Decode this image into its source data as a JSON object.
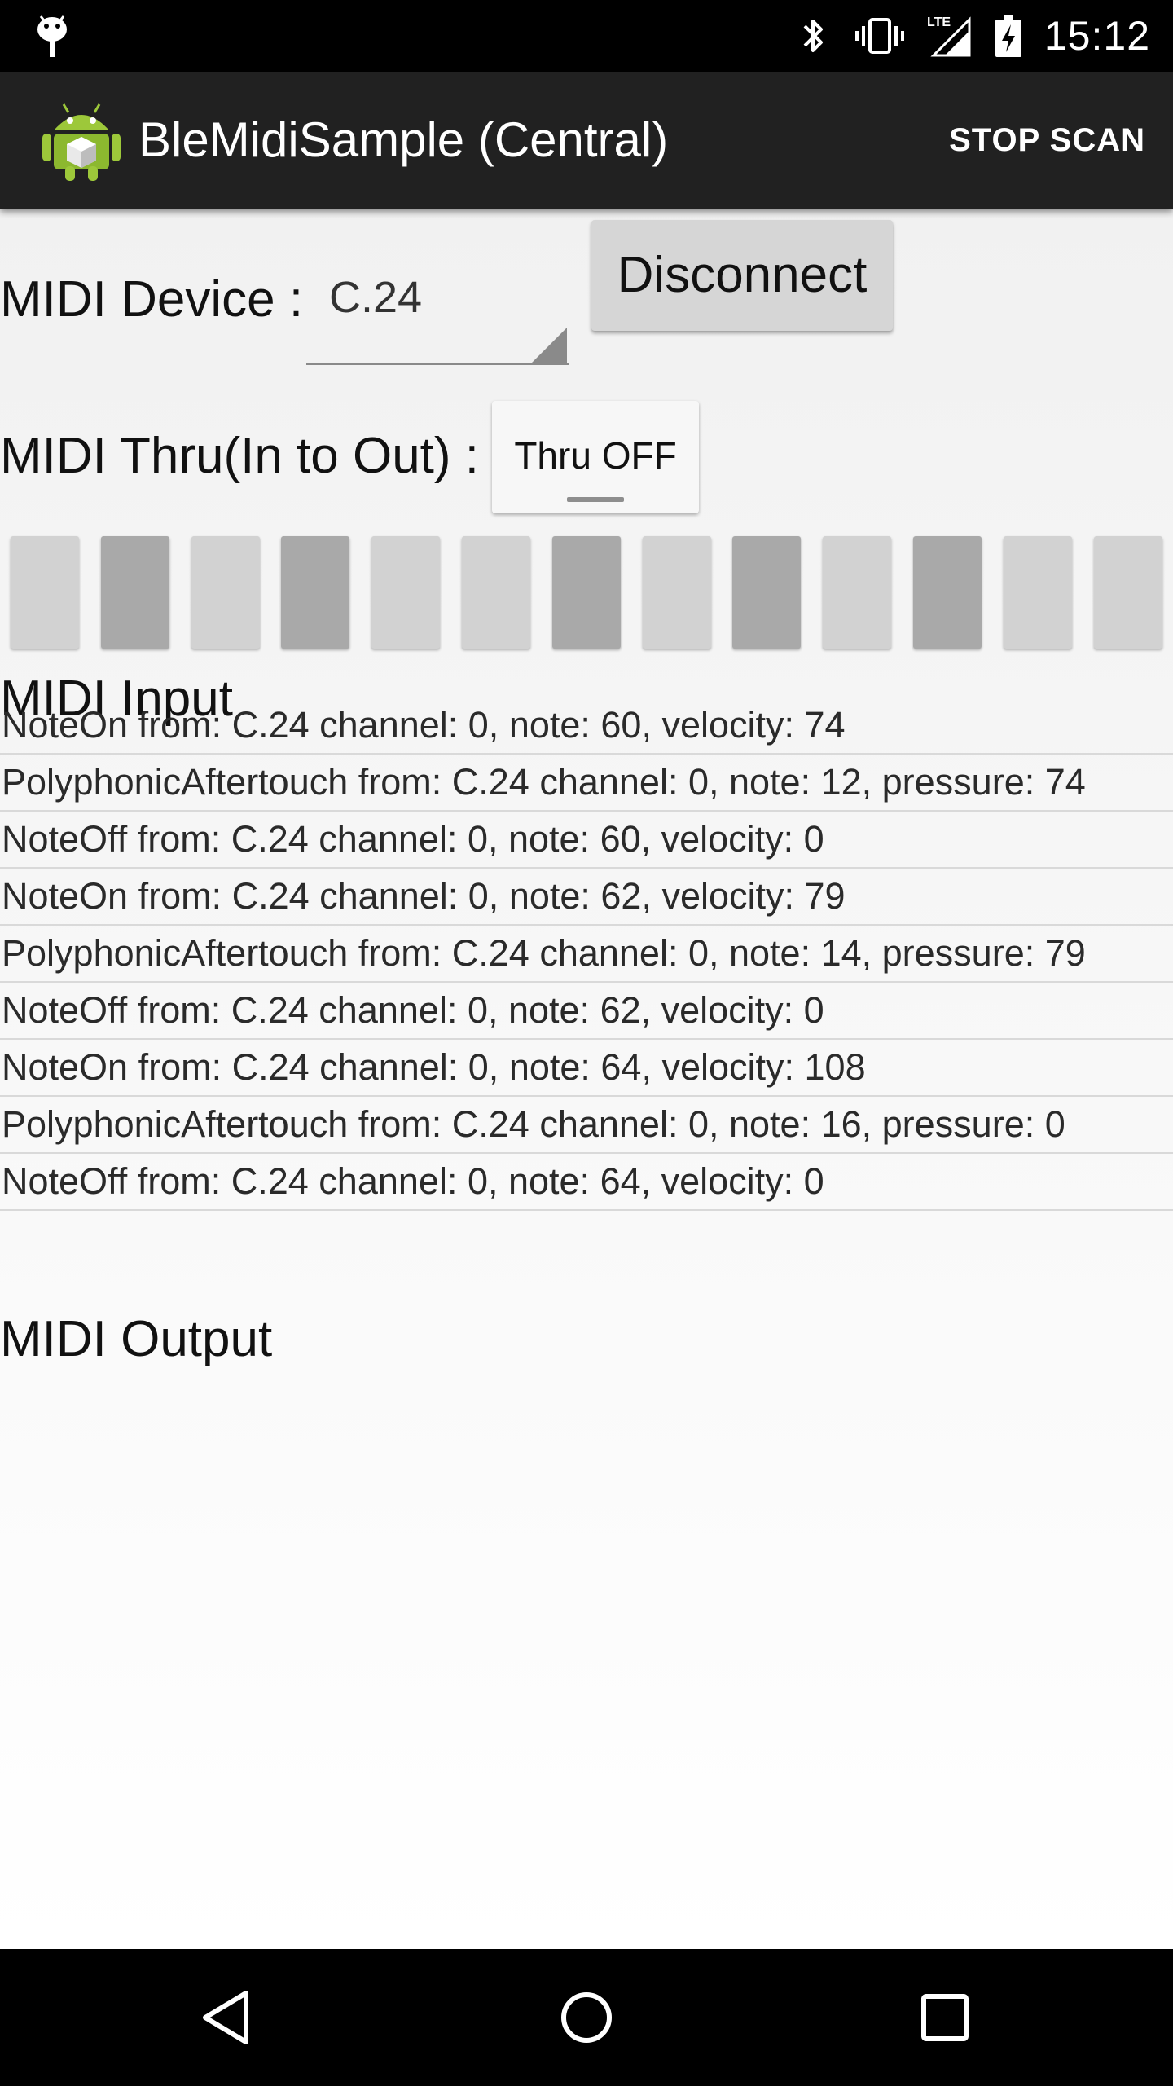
{
  "status_bar": {
    "time": "15:12",
    "icons": [
      "android-notification-icon",
      "bluetooth-icon",
      "vibrate-icon",
      "lte-signal-icon",
      "battery-charging-icon"
    ],
    "lte_label": "LTE"
  },
  "app_bar": {
    "title": "BleMidiSample (Central)",
    "action": "STOP SCAN",
    "icon": "android-app-icon"
  },
  "device": {
    "label": "MIDI Device :",
    "selected": "C.24",
    "disconnect_label": "Disconnect"
  },
  "thru": {
    "label": "MIDI Thru(In to Out) :",
    "toggle_label": "Thru OFF",
    "state": "off"
  },
  "keyboard": {
    "keys": [
      "white",
      "black",
      "white",
      "black",
      "white",
      "white",
      "black",
      "white",
      "black",
      "white",
      "black",
      "white",
      "white"
    ]
  },
  "midi_input": {
    "title": "MIDI Input",
    "entries": [
      "NoteOn from: C.24 channel: 0, note: 60, velocity: 74",
      "PolyphonicAftertouch  from: C.24 channel: 0, note: 12, pressure: 74",
      "NoteOff from: C.24 channel: 0, note: 60, velocity: 0",
      "NoteOn from: C.24 channel: 0, note: 62, velocity: 79",
      "PolyphonicAftertouch  from: C.24 channel: 0, note: 14, pressure: 79",
      "NoteOff from: C.24 channel: 0, note: 62, velocity: 0",
      "NoteOn from: C.24 channel: 0, note: 64, velocity: 108",
      "PolyphonicAftertouch  from: C.24 channel: 0, note: 16, pressure: 0",
      "NoteOff from: C.24 channel: 0, note: 64, velocity: 0"
    ]
  },
  "midi_output": {
    "title": "MIDI Output"
  },
  "nav_bar": {
    "buttons": [
      "back-icon",
      "home-icon",
      "recents-icon"
    ]
  },
  "colors": {
    "status_bar": "#000000",
    "app_bar": "#212121",
    "content_bg": "#f2f2f2",
    "white_key": "#d2d2d2",
    "black_key": "#a9a9a9",
    "button": "#d6d6d6"
  }
}
